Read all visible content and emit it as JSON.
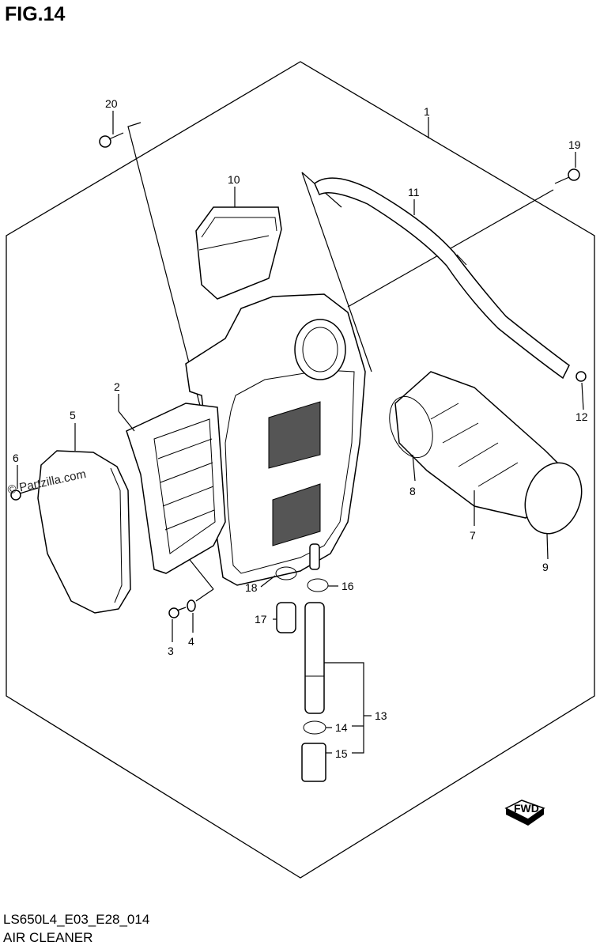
{
  "figure": {
    "title": "FIG.14",
    "code": "LS650L4_E03_E28_014",
    "name": "AIR CLEANER"
  },
  "watermark": "© Partzilla.com",
  "fwd_badge": "FWD",
  "callouts": [
    {
      "id": "c1",
      "label": "1"
    },
    {
      "id": "c2",
      "label": "2"
    },
    {
      "id": "c3",
      "label": "3"
    },
    {
      "id": "c4",
      "label": "4"
    },
    {
      "id": "c5",
      "label": "5"
    },
    {
      "id": "c6",
      "label": "6"
    },
    {
      "id": "c7",
      "label": "7"
    },
    {
      "id": "c8",
      "label": "8"
    },
    {
      "id": "c9",
      "label": "9"
    },
    {
      "id": "c10",
      "label": "10"
    },
    {
      "id": "c11",
      "label": "11"
    },
    {
      "id": "c12",
      "label": "12"
    },
    {
      "id": "c13",
      "label": "13"
    },
    {
      "id": "c14",
      "label": "14"
    },
    {
      "id": "c15",
      "label": "15"
    },
    {
      "id": "c16",
      "label": "16"
    },
    {
      "id": "c17",
      "label": "17"
    },
    {
      "id": "c18",
      "label": "18"
    },
    {
      "id": "c19",
      "label": "19"
    },
    {
      "id": "c20",
      "label": "20"
    }
  ]
}
